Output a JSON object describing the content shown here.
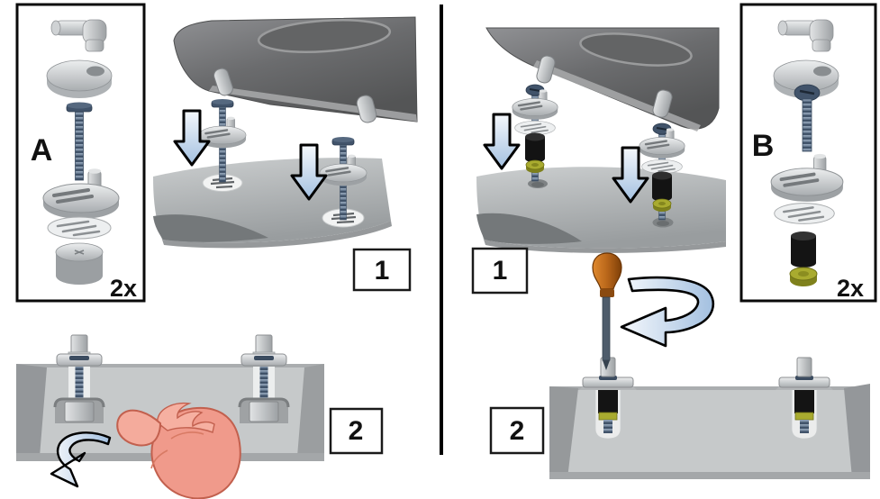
{
  "kit_a": {
    "label": "A",
    "quantity": "2x",
    "parts": [
      "elbow-hinge-pin-icon",
      "cover-cap-icon",
      "t-head-bolt-icon",
      "hinge-base-plate-icon",
      "slotted-washer-plate-icon",
      "blind-cap-icon"
    ]
  },
  "kit_b": {
    "label": "B",
    "quantity": "2x",
    "parts": [
      "elbow-hinge-pin-icon",
      "cover-cap-icon",
      "slotted-screw-icon",
      "hinge-base-plate-icon",
      "slotted-washer-plate-icon",
      "rubber-expansion-sleeve-icon",
      "brass-ring-icon"
    ]
  },
  "method_a": {
    "step1_number": "1",
    "step2_number": "2"
  },
  "method_b": {
    "step1_number": "1",
    "step2_number": "2"
  },
  "colors": {
    "hand": "#f09a8b",
    "screwdriver_handle": "#b9661a",
    "rubber_sleeve": "#141414",
    "brass_ring": "#a9ab2f",
    "arrow_light": "#f3f7fc",
    "arrow_dark": "#a9c4e2",
    "seat_lid": "#6b6c6e",
    "bowl": "#c9cccd",
    "metal": "#c7cacc",
    "thread": "#60738a"
  }
}
